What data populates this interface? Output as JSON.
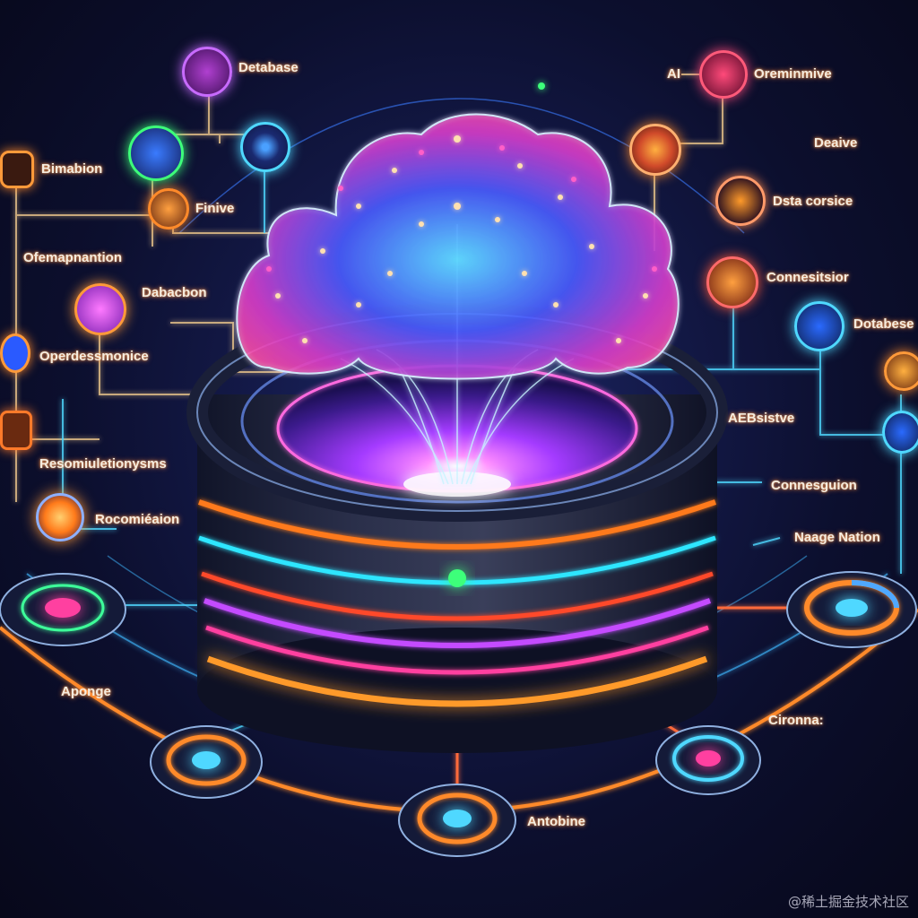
{
  "diagram": {
    "subject": "AI cloud brain over layered database cylinder",
    "palette": {
      "background": "#0c0f2e",
      "orange": "#ff8a2a",
      "pink": "#ff3fa0",
      "purple": "#b04cff",
      "cyan": "#4fd8ff",
      "green": "#3dff7a",
      "blue": "#3a7bff",
      "label_text": "#f4ecdf"
    },
    "labels_left": [
      {
        "id": "database-top",
        "text": "Detabase"
      },
      {
        "id": "bimabion",
        "text": "Bimabion"
      },
      {
        "id": "finive",
        "text": "Finive"
      },
      {
        "id": "ofemapnation",
        "text": "Ofemapnantion"
      },
      {
        "id": "dabacbon",
        "text": "Dabacbon"
      },
      {
        "id": "operdessmonice",
        "text": "Operdessmonice"
      },
      {
        "id": "resomiuletionysms",
        "text": "Resomiuletionysms"
      },
      {
        "id": "rocomieaion",
        "text": "Rocomiéaion"
      },
      {
        "id": "aponge",
        "text": "Aponge"
      }
    ],
    "labels_right": [
      {
        "id": "ai",
        "text": "AI"
      },
      {
        "id": "oreminmive",
        "text": "Oreminmive"
      },
      {
        "id": "deative",
        "text": "Deaive"
      },
      {
        "id": "dsta-corsice",
        "text": "Dsta corsice"
      },
      {
        "id": "connesitsior",
        "text": "Connesitsior"
      },
      {
        "id": "database-right",
        "text": "Dotabese"
      },
      {
        "id": "aebsistve",
        "text": "AEBsistve"
      },
      {
        "id": "connesguion",
        "text": "Connesguion"
      },
      {
        "id": "naage-nation",
        "text": "Naage Nation"
      },
      {
        "id": "cironna",
        "text": "Cironna:"
      }
    ],
    "labels_bottom": [
      {
        "id": "antobine",
        "text": "Antobine"
      }
    ],
    "watermark": "@稀土掘金技术社区"
  }
}
